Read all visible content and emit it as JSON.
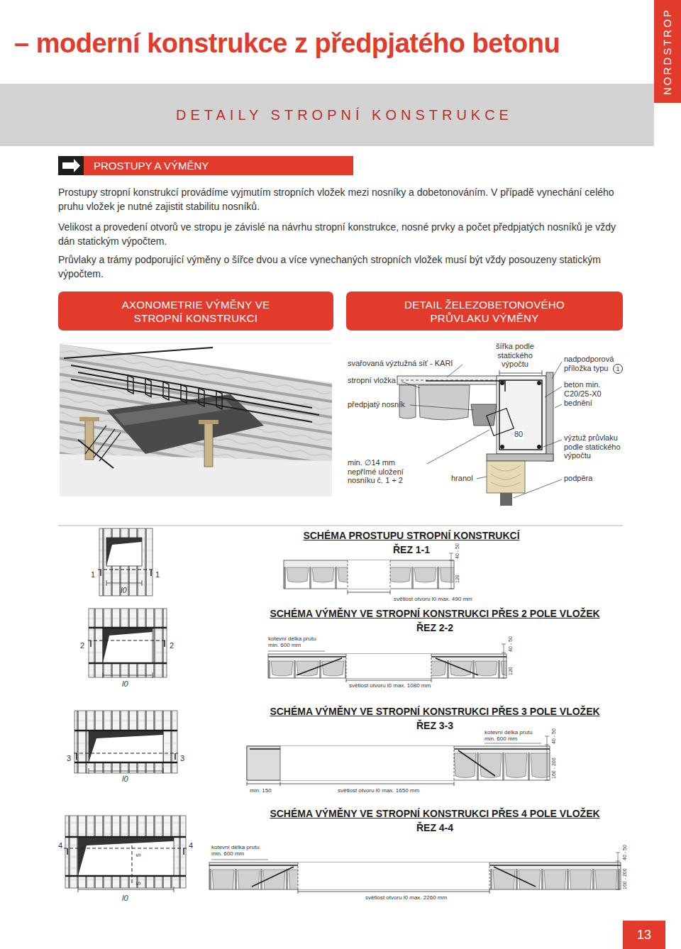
{
  "diagram": {
    "title": "– moderní konstrukce z předpjatého betonu",
    "nodes": [
      {
        "text": [
          "NORDSTROP"
        ]
      },
      {
        "text": [
          "DETAILY STROPNÍ KONSTRUKCE"
        ]
      },
      {
        "text": [
          "PROSTUPY A VÝMĚNY"
        ]
      },
      {
        "text": [
          "AXONOMETRIE VÝMĚNY VE STROPNÍ KONSTRUKCI"
        ]
      },
      {
        "text": [
          "DETAIL ŽELEZOBETONOVÉHO PRŮVLAKU VÝMĚNY"
        ]
      },
      {
        "text": [
          "13"
        ]
      }
    ],
    "labels": [
      "Prostupy stropní konstrukcí provádíme vyjmutím stropních vložek mezi nosníky a dobetonováním. V případě vynechání celého pruhu vložek je nutné zajistit stabilitu nosníků.",
      "Velikost a provedení otvorů ve stropu je závislé na návrhu stropní konstrukce, nosné prvky a počet předpjatých nosníků je vždy dán statickým výpočtem.",
      "Průvlaky a trámy podporující výměny o šířce dvou a více vynechaných stropních vložek musí být vždy posouzeny statickým výpočtem.",
      "svařovaná výztužná síť - KARI",
      "stropní vložka",
      "předpjatý nosník",
      "šířka podle statického výpočtu",
      "nadpodporová příložka typu",
      "1",
      "beton min. C20/25-X0",
      "bednění",
      "80",
      "výztuž průvlaku podle statického výpočtu",
      "min. ∅14 mm nepřímé uložení nosníku č. 1 + 2",
      "hranol",
      "podpěra",
      "SCHÉMA PROSTUPU STROPNÍ KONSTRUKCÍ",
      "ŘEZ 1-1",
      "1",
      "1",
      "l0",
      "40 - 50",
      "120",
      "světlost otvoru l0 max. 490 mm",
      "SCHÉMA VÝMĚNY VE STROPNÍ KONSTRUKCI PŘES 2 POLE VLOŽEK",
      "ŘEZ 2-2",
      "2",
      "2",
      "l0",
      "kotevní délka prutu min. 600 mm",
      "40 - 50",
      "120",
      "světlost otvoru l0 max. 1080 mm",
      "SCHÉMA VÝMĚNY VE STROPNÍ KONSTRUKCI PŘES 3 POLE VLOŽEK",
      "ŘEZ 3-3",
      "3",
      "3",
      "l0",
      "kotevní délka prutu min. 600 mm",
      "40 - 50",
      "160 - 200",
      "min. 150",
      "světlost otvoru l0 max. 1650 mm",
      "SCHÉMA VÝMĚNY VE STROPNÍ KONSTRUKCI PŘES 4 POLE VLOŽEK",
      "ŘEZ 4-4",
      "4",
      "4",
      "5",
      "5",
      "l0",
      "kotevní délka prutu min. 600 mm",
      "40 - 50",
      "160 - 200",
      "světlost otvoru l0 max. 2260 mm"
    ]
  }
}
